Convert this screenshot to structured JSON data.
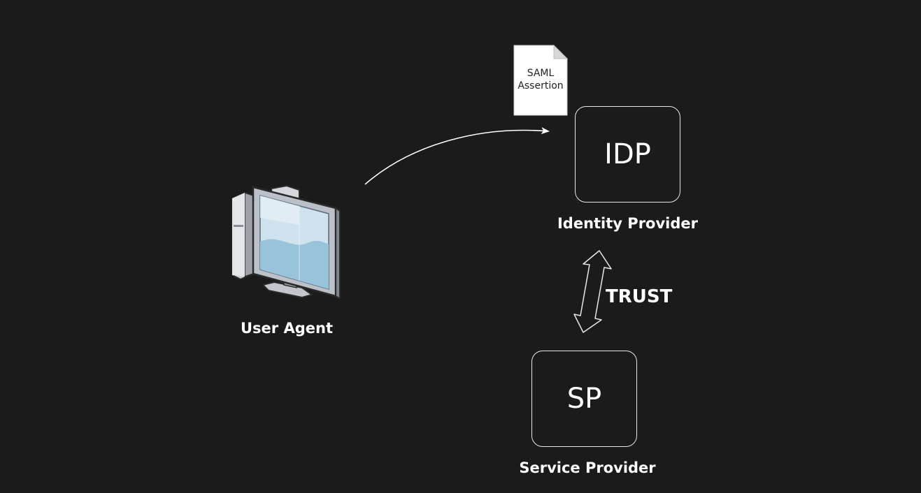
{
  "nodes": {
    "idp": {
      "label": "IDP",
      "caption": "Identity Provider"
    },
    "sp": {
      "label": "SP",
      "caption": "Service Provider"
    },
    "user_agent": {
      "caption": "User Agent",
      "icon": "computer-icon"
    }
  },
  "document": {
    "line1": "SAML",
    "line2": "Assertion",
    "icon": "document-icon"
  },
  "edges": {
    "trust_label": "TRUST"
  },
  "colors": {
    "background": "#1b1b1b",
    "stroke": "#e8e8e8",
    "text": "#ffffff",
    "document_fill": "#ffffff",
    "monitor_screen": "#a9cde0"
  }
}
